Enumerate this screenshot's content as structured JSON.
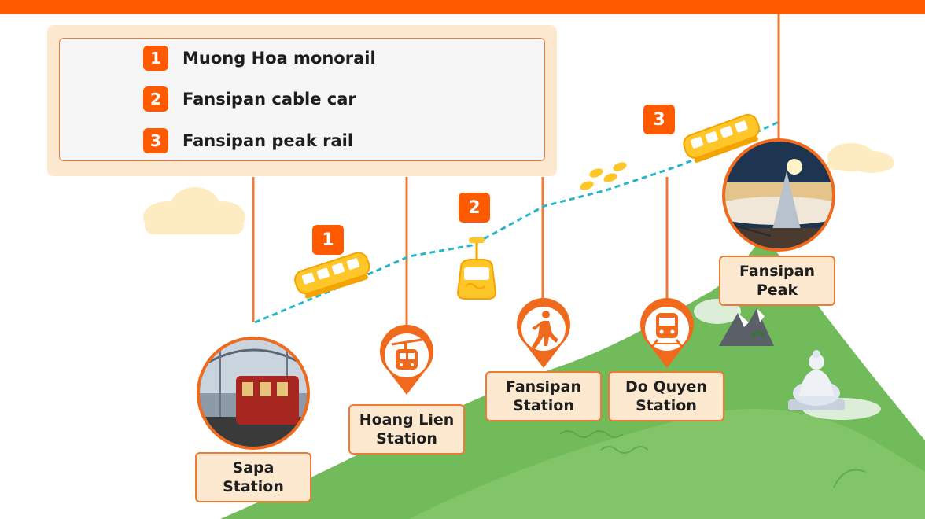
{
  "colors": {
    "accent": "#ff5a00",
    "line": "#ef7a33",
    "label_fill": "#fde9cf",
    "mountain": "#71bb5a",
    "track": "#29b6c8",
    "vehicle": "#ffc629",
    "cloud": "#fdebc2"
  },
  "legend": {
    "items": [
      {
        "number": "1",
        "label": "Muong Hoa monorail",
        "icon": "check-icon"
      },
      {
        "number": "2",
        "label": "Fansipan cable car",
        "icon": "check-icon"
      },
      {
        "number": "3",
        "label": "Fansipan peak rail",
        "icon": "check-icon"
      }
    ]
  },
  "route_markers": [
    "1",
    "2",
    "3"
  ],
  "stations": {
    "sapa": {
      "line1": "Sapa",
      "line2": "Station"
    },
    "hoang_lien": {
      "line1": "Hoang Lien",
      "line2": "Station",
      "icon": "cable-car-icon"
    },
    "fansipan": {
      "line1": "Fansipan",
      "line2": "Station",
      "icon": "walking-person-icon"
    },
    "do_quyen": {
      "line1": "Do Quyen",
      "line2": "Station",
      "icon": "train-icon"
    },
    "peak": {
      "line1": "Fansipan",
      "line2": "Peak"
    }
  }
}
